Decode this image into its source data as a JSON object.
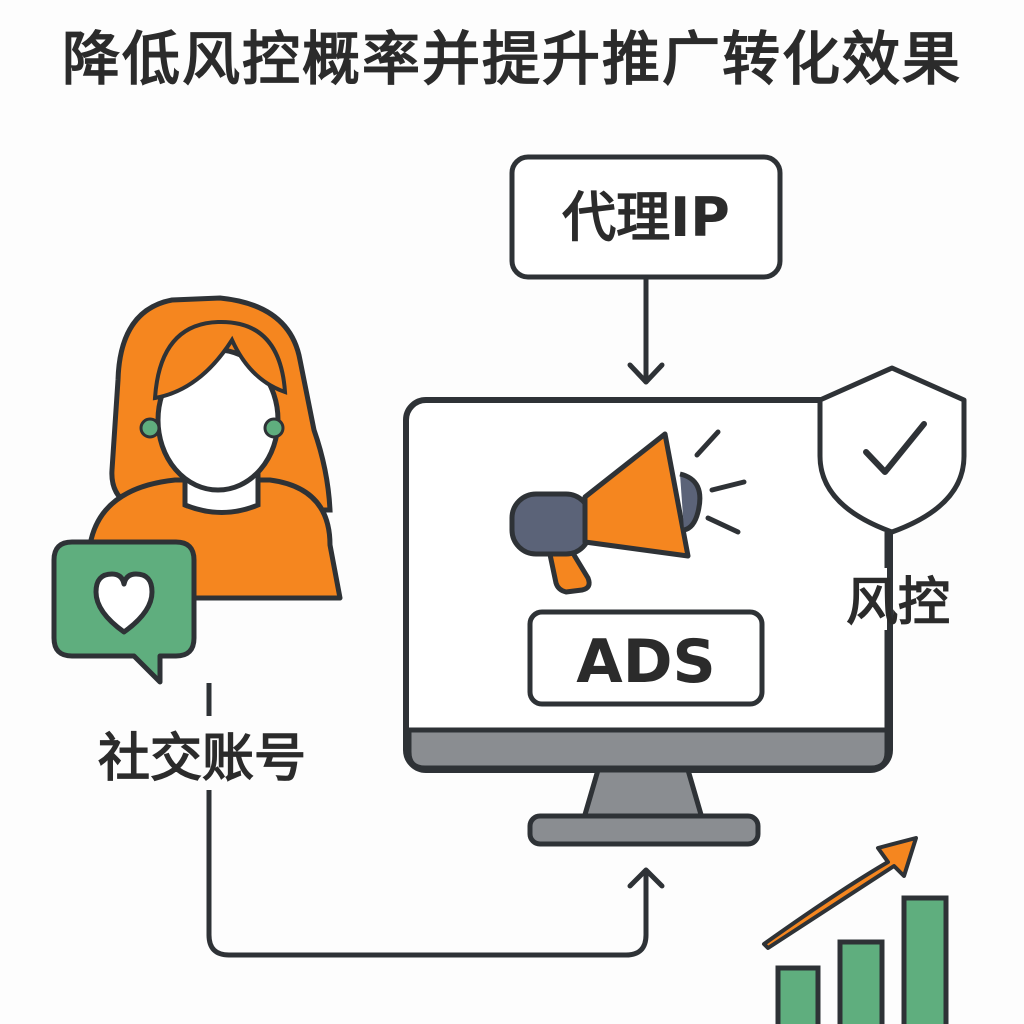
{
  "title": "降低风控概率并提升推广转化效果",
  "proxy_box": {
    "label": "代理IP"
  },
  "monitor": {
    "ads_label": "ADS"
  },
  "shield": {
    "label": "风控"
  },
  "social_account": {
    "label": "社交账号"
  },
  "colors": {
    "outline": "#2e3236",
    "orange": "#f5861f",
    "green": "#5fae7e",
    "slate": "#5b6378",
    "gray": "#8a8d91",
    "background": "#fdfdfd"
  },
  "icons": {
    "person": "person-icon",
    "heart_bubble": "heart-bubble-icon",
    "megaphone": "megaphone-icon",
    "shield": "shield-check-icon",
    "growth_chart": "growth-chart-icon"
  }
}
